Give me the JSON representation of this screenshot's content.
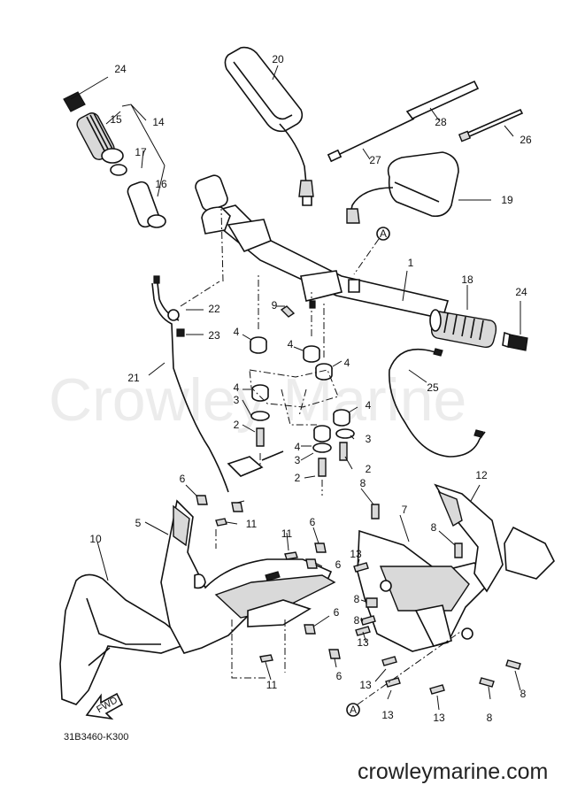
{
  "diagram": {
    "drawing_code": "31B3460-K300",
    "fwd_label": "FWD",
    "watermark": "Crowley Marine",
    "site_url": "crowleymarine.com",
    "ref_marker": "A",
    "callouts": [
      "1",
      "2",
      "3",
      "4",
      "5",
      "6",
      "7",
      "8",
      "9",
      "10",
      "11",
      "12",
      "13",
      "14",
      "15",
      "16",
      "17",
      "18",
      "19",
      "20",
      "21",
      "22",
      "23",
      "24",
      "25",
      "26",
      "27",
      "28"
    ]
  }
}
